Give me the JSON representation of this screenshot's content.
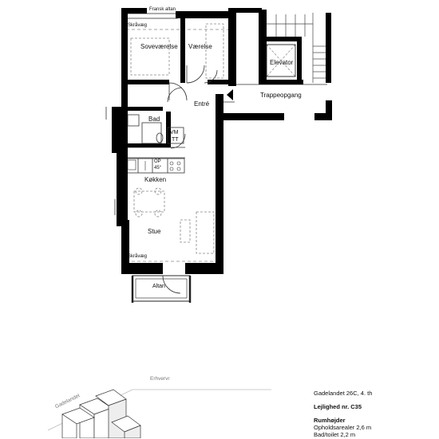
{
  "rooms": {
    "fransk_altan": "Fransk altan",
    "skraavaeg_top": "Skråvæg",
    "sovevaerelse": "Soveværelse",
    "vaerelse": "Værelse",
    "elevator": "Elevator",
    "entre": "Entré",
    "trappeopgang": "Trappeopgang",
    "bad": "Bad",
    "vm": "VM",
    "tt": "TT",
    "op": "OP",
    "op_angle": "45°",
    "koekken": "Køkken",
    "stue": "Stue",
    "skraavaeg_bottom": "Skråvæg",
    "altan": "Altan"
  },
  "map": {
    "street_top": "Erhvervr",
    "street_left": "Gadelandet"
  },
  "info": {
    "address": "Gadelandet 26C, 4. th",
    "apartment": "Lejlighed nr. C35",
    "heights_title": "Rumhøjder",
    "living_height": "Opholdsarealer 2,6 m",
    "bath_height": "Bad/toilet 2,2 m"
  }
}
